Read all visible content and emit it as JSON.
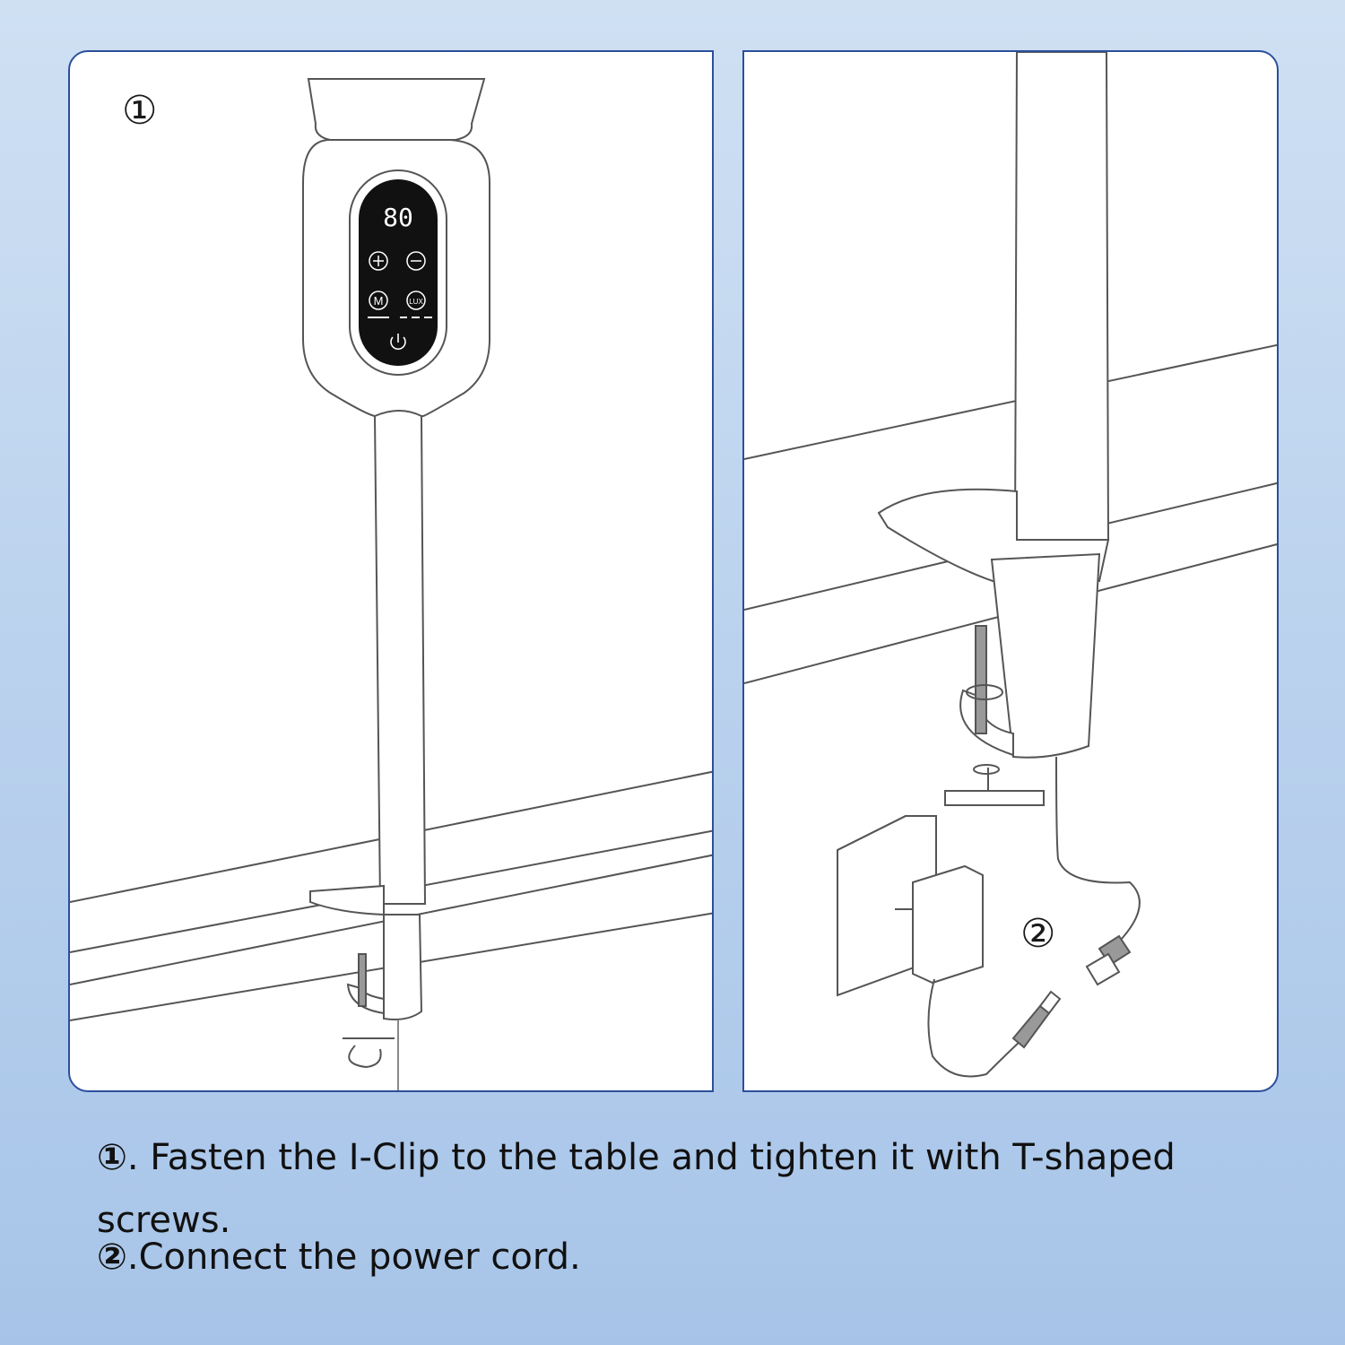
{
  "panels": [
    {
      "step_number": "①",
      "display": {
        "value": "80",
        "mode_label": "M",
        "lux_label": "LUX"
      }
    },
    {
      "step_number": "②"
    }
  ],
  "captions": [
    {
      "num": "①",
      "text": ". Fasten the I-Clip to the table and tighten it with T-shaped screws."
    },
    {
      "num": "②",
      "text": ".Connect the power cord."
    }
  ],
  "colors": {
    "frame_border": "#2c4f9c",
    "display_bg": "#111111"
  }
}
